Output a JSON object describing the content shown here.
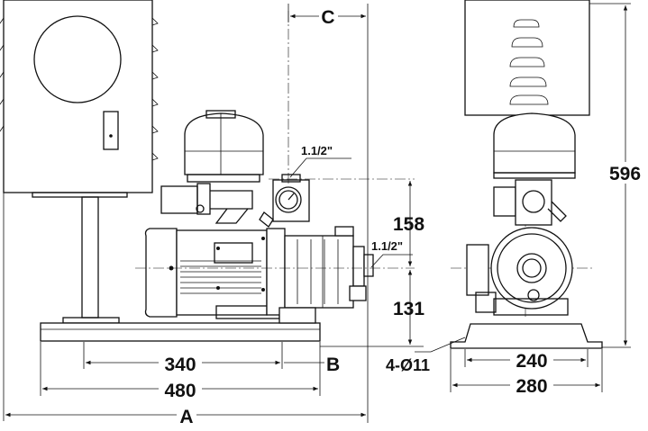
{
  "dimensions": {
    "C": "C",
    "pipe_top": "1.1/2\"",
    "pipe_side": "1.1/2\"",
    "h158": "158",
    "h131": "131",
    "w340": "340",
    "B": "B",
    "w480": "480",
    "A": "A",
    "holes": "4-Ø11",
    "w240": "240",
    "w280": "280",
    "h596": "596"
  },
  "colors": {
    "line": "#111111",
    "background": "#ffffff"
  }
}
